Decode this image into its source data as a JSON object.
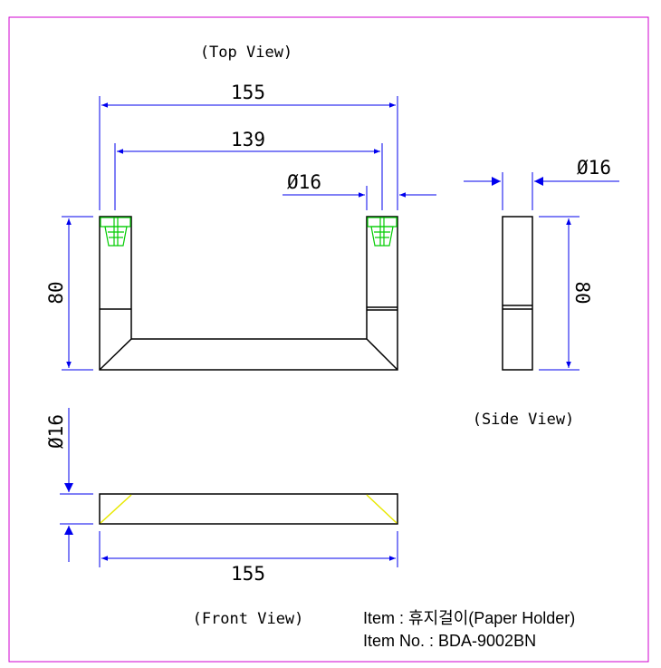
{
  "views": {
    "top_view": "(Top View)",
    "side_view": "(Side View)",
    "front_view": "(Front View)"
  },
  "dimensions": {
    "top_overall_width": "155",
    "top_inner_width": "139",
    "top_tube_diameter": "Ø16",
    "top_height": "80",
    "side_diameter": "Ø16",
    "side_height": "80",
    "front_thickness": "Ø16",
    "front_width": "155"
  },
  "title_block": {
    "item": "Item : 휴지걸이(Paper Holder)",
    "item_no": "Item No. : BDA-9002BN"
  },
  "colors": {
    "border": "#d000d0",
    "dimension": "#0000ee",
    "outline": "#000000",
    "detail_green": "#00cc00",
    "detail_yellow": "#e8e800"
  }
}
